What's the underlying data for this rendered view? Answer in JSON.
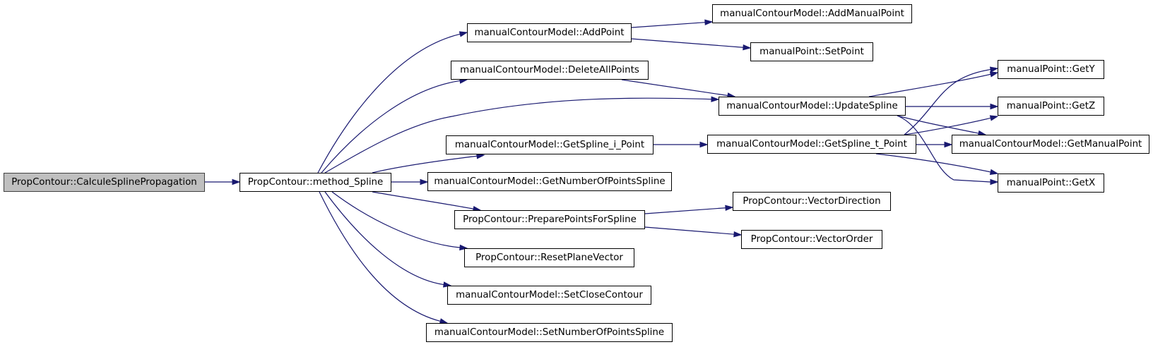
{
  "nodes": {
    "root": "PropContour::CalculeSplinePropagation",
    "method_spline": "PropContour::method_Spline",
    "add_point": "manualContourModel::AddPoint",
    "add_manual_point": "manualContourModel::AddManualPoint",
    "set_point": "manualPoint::SetPoint",
    "delete_all_points": "manualContourModel::DeleteAllPoints",
    "update_spline": "manualContourModel::UpdateSpline",
    "get_y": "manualPoint::GetY",
    "get_z": "manualPoint::GetZ",
    "get_spline_i_point": "manualContourModel::GetSpline_i_Point",
    "get_spline_t_point": "manualContourModel::GetSpline_t_Point",
    "get_manual_point": "manualContourModel::GetManualPoint",
    "get_number_of_points_spline": "manualContourModel::GetNumberOfPointsSpline",
    "get_x": "manualPoint::GetX",
    "prepare_points_for_spline": "PropContour::PreparePointsForSpline",
    "vector_direction": "PropContour::VectorDirection",
    "vector_order": "PropContour::VectorOrder",
    "reset_plane_vector": "PropContour::ResetPlaneVector",
    "set_close_contour": "manualContourModel::SetCloseContour",
    "set_number_of_points_spline": "manualContourModel::SetNumberOfPointsSpline"
  },
  "edges": [
    [
      "root",
      "method_spline"
    ],
    [
      "method_spline",
      "add_point"
    ],
    [
      "method_spline",
      "delete_all_points"
    ],
    [
      "method_spline",
      "update_spline"
    ],
    [
      "method_spline",
      "get_spline_i_point"
    ],
    [
      "method_spline",
      "get_number_of_points_spline"
    ],
    [
      "method_spline",
      "prepare_points_for_spline"
    ],
    [
      "method_spline",
      "reset_plane_vector"
    ],
    [
      "method_spline",
      "set_close_contour"
    ],
    [
      "method_spline",
      "set_number_of_points_spline"
    ],
    [
      "add_point",
      "add_manual_point"
    ],
    [
      "add_point",
      "set_point"
    ],
    [
      "delete_all_points",
      "update_spline"
    ],
    [
      "update_spline",
      "get_y"
    ],
    [
      "update_spline",
      "get_z"
    ],
    [
      "update_spline",
      "get_manual_point"
    ],
    [
      "update_spline",
      "get_x"
    ],
    [
      "get_spline_i_point",
      "get_spline_t_point"
    ],
    [
      "get_spline_t_point",
      "get_y"
    ],
    [
      "get_spline_t_point",
      "get_z"
    ],
    [
      "get_spline_t_point",
      "get_manual_point"
    ],
    [
      "get_spline_t_point",
      "get_x"
    ],
    [
      "prepare_points_for_spline",
      "vector_direction"
    ],
    [
      "prepare_points_for_spline",
      "vector_order"
    ]
  ]
}
